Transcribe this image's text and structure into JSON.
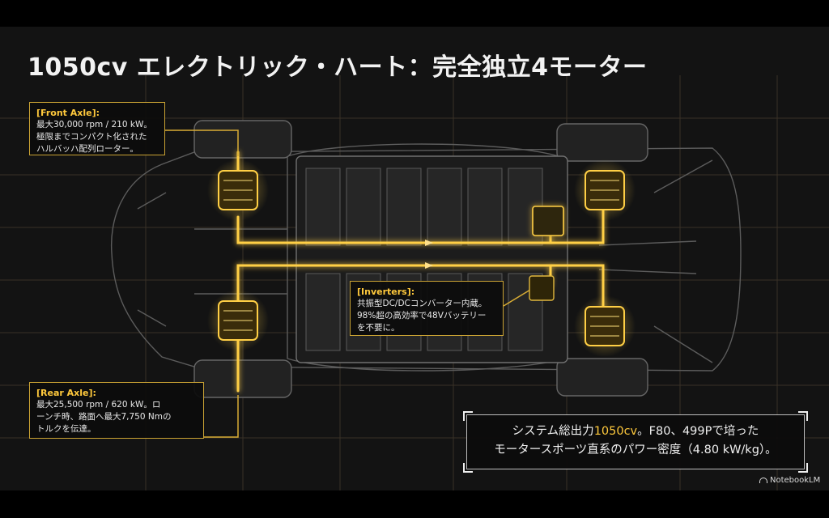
{
  "title": "1050cv エレクトリック・ハート：完全独立4モーター",
  "callouts": {
    "front_axle": {
      "title": "[Front Axle]:",
      "lines": [
        "最大30,000 rpm / 210 kW。",
        "極限までコンパクト化された",
        "ハルバッハ配列ローター。"
      ]
    },
    "rear_axle": {
      "title": "[Rear Axle]:",
      "lines": [
        "最大25,500 rpm / 620 kW。ロ",
        "ーンチ時、路面へ最大7,750 Nmの",
        "トルクを伝達。"
      ]
    },
    "inverters": {
      "title": "[Inverters]:",
      "lines": [
        "共振型DC/DCコンバーター内蔵。",
        "98%超の高効率で48Vバッテリー",
        "を不要に。"
      ]
    }
  },
  "summary": {
    "line1_pre": "システム総出力",
    "line1_highlight": "1050cv",
    "line1_post": "。F80、499Pで培った",
    "line2": "モータースポーツ直系のパワー密度（4.80 kW/kg）。"
  },
  "watermark": "NotebookLM",
  "colors": {
    "accent": "#ffc93c",
    "background": "#131313",
    "frame": "#c9a233"
  },
  "icons": {
    "watermark": "notebooklm-logo-icon"
  }
}
